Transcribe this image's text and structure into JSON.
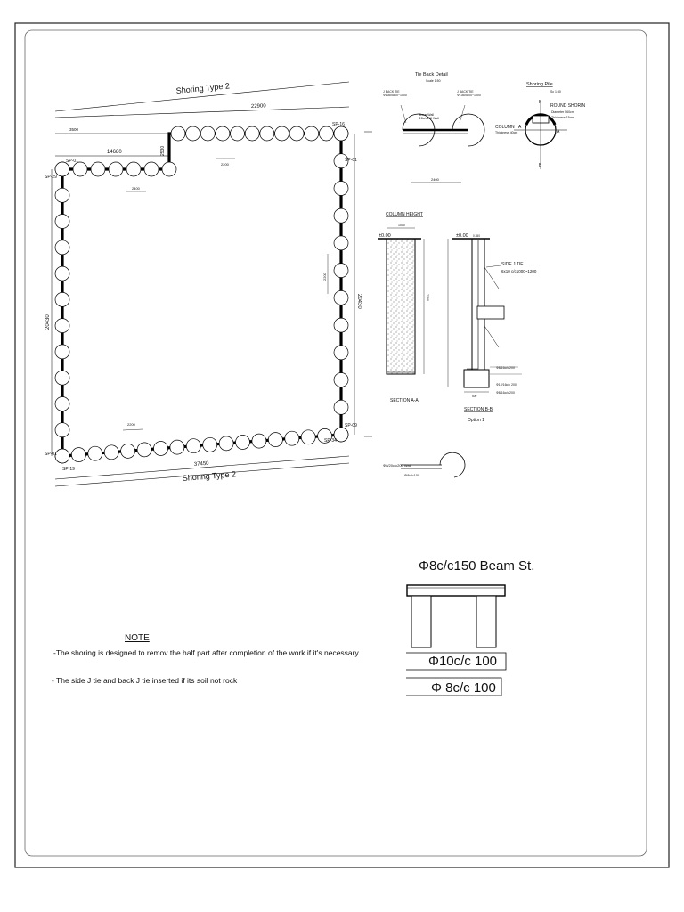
{
  "plan": {
    "label_top": "Shoring Type 2",
    "label_bottom": "Shoring Type 2",
    "dim_top_long": "22900",
    "dim_top_short": "3500",
    "dim_left_upper": "14680",
    "dim_left_height": "20430",
    "dim_right_height": "20430",
    "dim_bottom": "37450",
    "dim_step": "2530",
    "pile_spacing_a": "2200",
    "pile_spacing_b": "2400",
    "pile_spacing_c": "2200",
    "pile_spacing_side": "2200",
    "sp_labels": {
      "top_left": "SP-01",
      "left_top": "SP-29",
      "top_right": "SP-16",
      "right_top": "SP-01",
      "right_bottom": "SP-09",
      "bottom_right": "SP-34",
      "left_bottom": "SP-01",
      "bottom_left": "SP-19"
    }
  },
  "tieback": {
    "title": "Tie Back Detail",
    "scale": "Scale 1:50",
    "left_note": "J BACK TIE\nΦ10c/c800~1000",
    "right_note": "J BACK TIE\nΦ10c/c800~1000",
    "wall_note": "Shear Wall\nΦ8c/c150 Wall",
    "width": "2400"
  },
  "pile": {
    "title": "Shoring Pile",
    "scale": "Sc 1:50",
    "round_label": "ROUND SHORIN",
    "diameter": "Diameter 560cm",
    "thickness": "Thickness 15cm",
    "column_label": "COLUMN",
    "column_thickness": "Thickness 40cm",
    "marker_a": "A",
    "marker_a2": "A",
    "marker_b": "B",
    "marker_b2": "B"
  },
  "section_a": {
    "top_label": "COLUMN HEIGHT",
    "level": "±0.00",
    "width": "1000",
    "height": "7180",
    "title": "SECTION A-A"
  },
  "section_b": {
    "level": "±0.00",
    "side_tie": "SIDE J TIE",
    "side_tie_spec": "6x10 c/c1000~1200",
    "bar1": "Φ8/16c/c 200",
    "bar2": "Φ12/16c/c 200",
    "bar3": "Φ8/16c/c 200",
    "footing": "500",
    "title": "SECTION B-B",
    "option": "Option 1",
    "top_dim": "0.350"
  },
  "wall_detail": {
    "note1": "Φ8/20c/c200 Wall",
    "note2": "Φ8c/c100"
  },
  "beam": {
    "title": "Φ8c/c150 Beam St.",
    "spec1": "Φ10c/c 100",
    "spec2": "Φ 8c/c 100"
  },
  "notes": {
    "title": "NOTE",
    "line1": "-The shoring is designed to  remov the half part after  completion of  the work if it's necessary",
    "line2": "- The side J tie and back J tie inserted if its soil not rock"
  }
}
